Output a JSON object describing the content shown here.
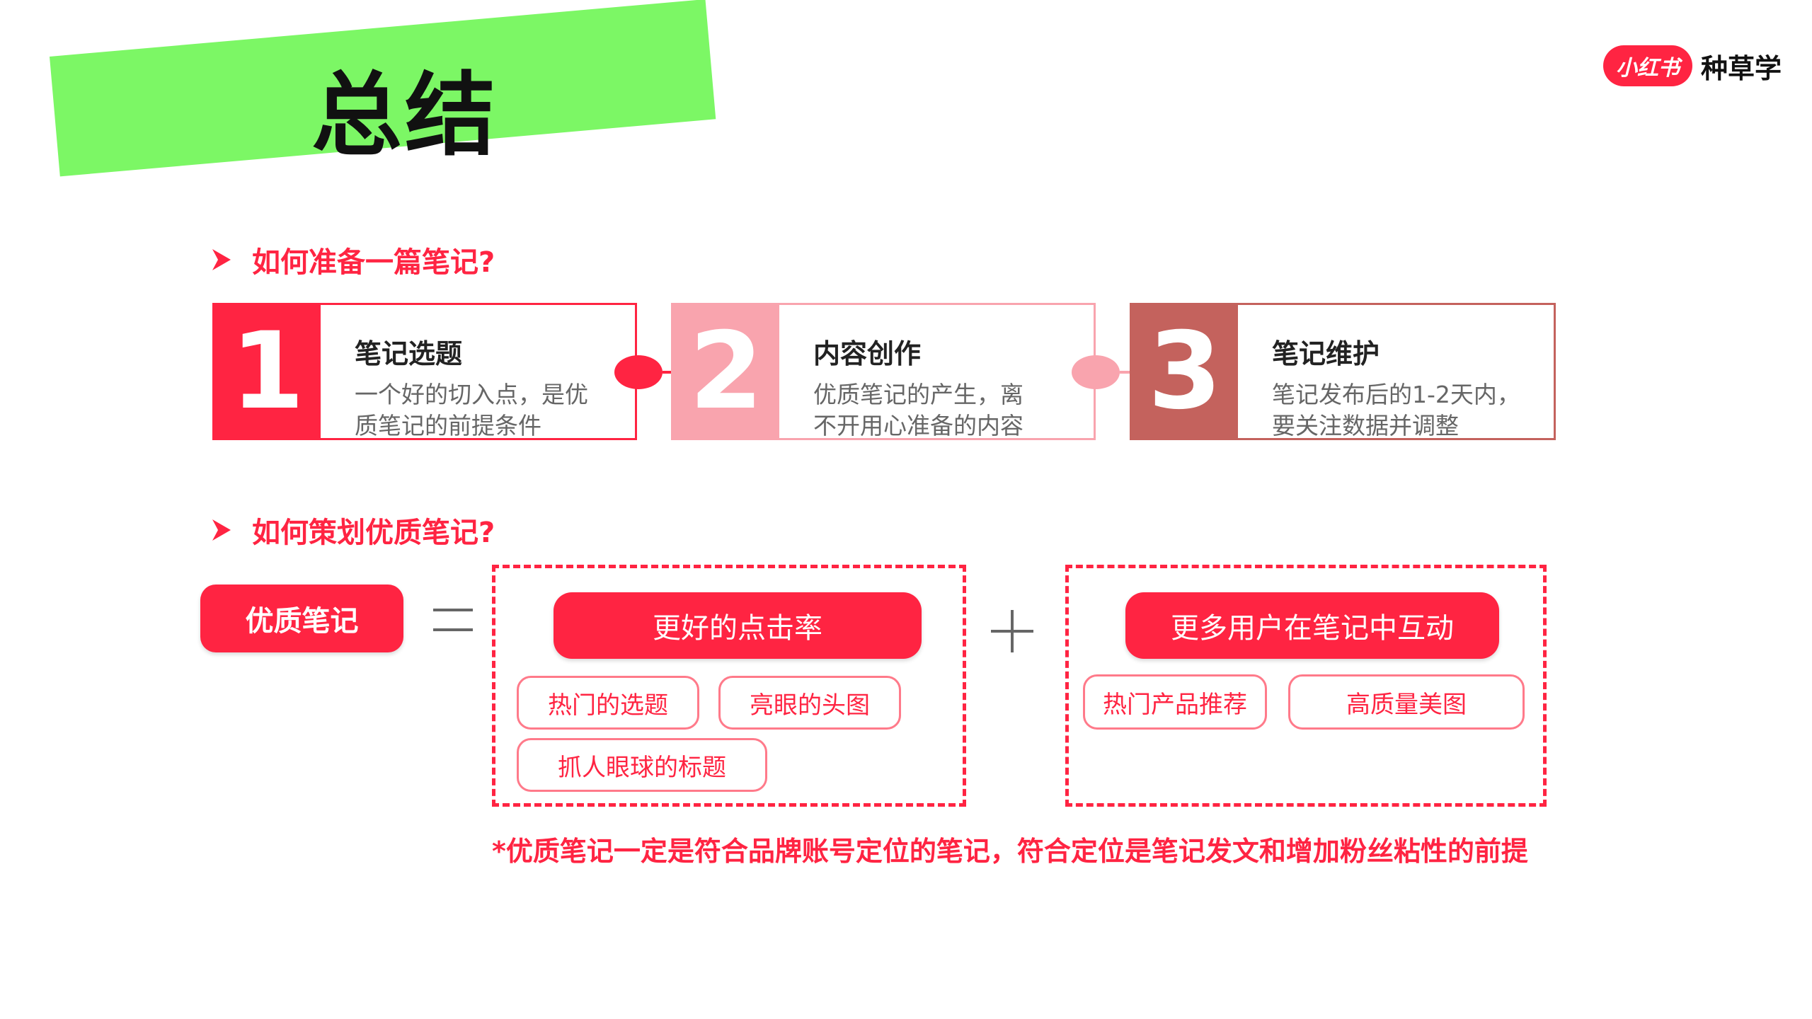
{
  "title": "总结",
  "logo": {
    "badge": "小红书",
    "text": "种草学"
  },
  "colors": {
    "accent": "#ff2442",
    "banner": "#7cf765",
    "step2": "#f9a4ae",
    "step3": "#c4625d"
  },
  "section1": {
    "heading": "如何准备一篇笔记?",
    "steps": [
      {
        "num": "1",
        "title": "笔记选题",
        "desc": "一个好的切入点，是优\n质笔记的前提条件"
      },
      {
        "num": "2",
        "title": "内容创作",
        "desc": "优质笔记的产生，离\n不开用心准备的内容"
      },
      {
        "num": "3",
        "title": "笔记维护",
        "desc": "笔记发布后的1-2天内，\n要关注数据并调整"
      }
    ]
  },
  "section2": {
    "heading": "如何策划优质笔记?",
    "main_label": "优质笔记",
    "group1": {
      "label": "更好的点击率",
      "tags": [
        "热门的选题",
        "亮眼的头图",
        "抓人眼球的标题"
      ]
    },
    "group2": {
      "label": "更多用户在笔记中互动",
      "tags": [
        "热门产品推荐",
        "高质量美图"
      ]
    }
  },
  "footnote": "*优质笔记一定是符合品牌账号定位的笔记，符合定位是笔记发文和增加粉丝粘性的前提"
}
